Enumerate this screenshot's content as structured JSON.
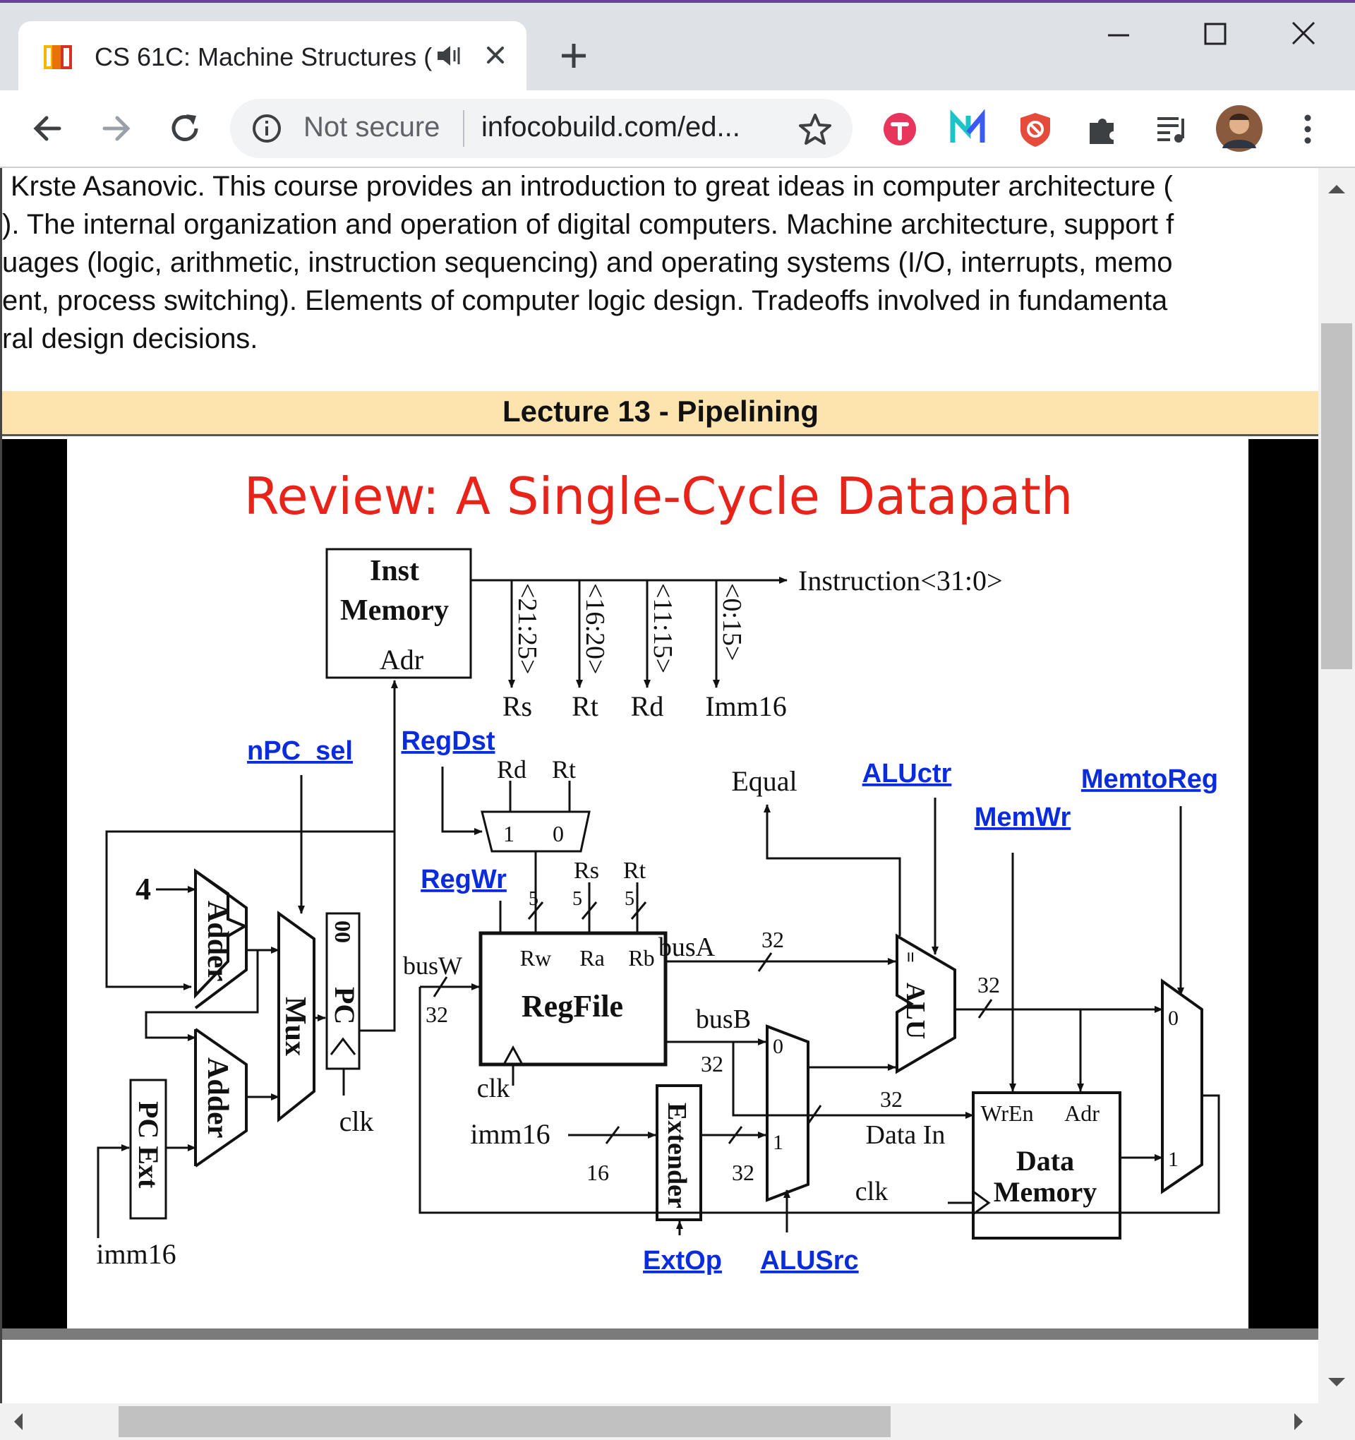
{
  "browser": {
    "tab_title": "CS 61C: Machine Structures (",
    "security_label": "Not secure",
    "url": "infocobuild.com/ed...",
    "theme_accent": "#6b3fa0"
  },
  "page": {
    "description_lines": [
      "Krste Asanovic. This course provides an introduction to great ideas in computer architecture (",
      "). The internal organization and operation of digital computers. Machine architecture, support f",
      "uages (logic, arithmetic, instruction sequencing) and operating systems (I/O, interrupts, memo",
      "ent, process switching). Elements of computer logic design. Tradeoffs involved in fundamenta",
      "ral design decisions."
    ],
    "lecture_title": "Lecture 13 - Pipelining",
    "lecture_bar_color": "#fde3ad"
  },
  "slide": {
    "title": "Review: A Single-Cycle Datapath",
    "title_color": "#e8231a",
    "control_signals": {
      "npc_sel": "nPC_sel",
      "regdst": "RegDst",
      "regwr": "RegWr",
      "aluctr": "ALUctr",
      "memwr": "MemWr",
      "memtoreg": "MemtoReg",
      "extop": "ExtOp",
      "alusrc": "ALUSrc"
    },
    "control_color": "#0b2cdd",
    "inst_memory": {
      "line1": "Inst",
      "line2": "Memory",
      "port": "Adr"
    },
    "instruction_label": "Instruction<31:0>",
    "fields": [
      "<21:25>",
      "<16:20>",
      "<11:15>",
      "<0:15>"
    ],
    "field_names": [
      "Rs",
      "Rt",
      "Rd",
      "Imm16"
    ],
    "regdst_mux": {
      "in_rd": "Rd",
      "in_rt": "Rt",
      "sel1": "1",
      "sel0": "0"
    },
    "regfile": {
      "name": "RegFile",
      "rw": "Rw",
      "ra": "Ra",
      "rb": "Rb",
      "rs": "Rs",
      "rt": "Rt",
      "width5": "5",
      "clk": "clk"
    },
    "buses": {
      "busw": "busW",
      "busa": "busA",
      "busb": "busB",
      "w32": "32"
    },
    "pc": {
      "four": "4",
      "adder": "Adder",
      "mux": "Mux",
      "pc": "PC",
      "pc_zeros": "00",
      "pc_ext": "PC Ext",
      "imm16": "imm16",
      "clk": "clk"
    },
    "extender": {
      "name": "Extender",
      "imm16": "imm16",
      "w16": "16",
      "w32": "32"
    },
    "alu": {
      "name": "ALU",
      "equal": "Equal",
      "eq_mark": "=",
      "mux0": "0",
      "mux1": "1"
    },
    "data_memory": {
      "wren": "WrEn",
      "adr": "Adr",
      "line1": "Data",
      "line2": "Memory",
      "data_in": "Data In",
      "clk": "clk"
    },
    "wb_mux": {
      "in0": "0",
      "in1": "1"
    }
  }
}
